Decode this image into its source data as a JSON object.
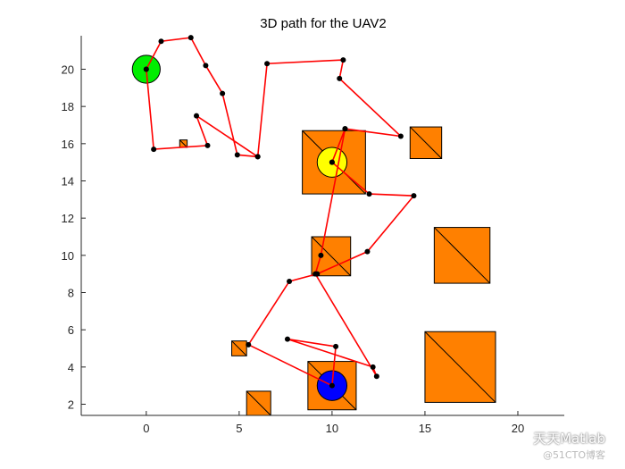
{
  "chart_data": {
    "type": "scatter",
    "title": "3D path for the UAV2",
    "xlim": [
      -3.5,
      22.5
    ],
    "ylim": [
      1.4,
      21.8
    ],
    "xticks": [
      0,
      5,
      10,
      15,
      20
    ],
    "yticks": [
      2,
      4,
      6,
      8,
      10,
      12,
      14,
      16,
      18,
      20
    ],
    "path": {
      "color": "#ff0000",
      "points": [
        [
          0,
          20
        ],
        [
          0.8,
          21.5
        ],
        [
          2.4,
          21.7
        ],
        [
          3.2,
          20.2
        ],
        [
          4.1,
          18.7
        ],
        [
          4.9,
          15.4
        ],
        [
          6.0,
          15.3
        ],
        [
          2.7,
          17.5
        ],
        [
          3.3,
          15.9
        ],
        [
          0.4,
          15.7
        ],
        [
          0,
          20
        ]
      ],
      "points_b": [
        [
          6.0,
          15.3
        ],
        [
          6.5,
          20.3
        ],
        [
          10.6,
          20.5
        ],
        [
          10.4,
          19.5
        ],
        [
          13.7,
          16.4
        ],
        [
          10.7,
          16.8
        ],
        [
          10.0,
          15.0
        ],
        [
          12.0,
          13.3
        ],
        [
          14.4,
          13.2
        ],
        [
          11.9,
          10.2
        ],
        [
          9.2,
          9.0
        ],
        [
          7.7,
          8.6
        ],
        [
          5.5,
          5.2
        ],
        [
          10.0,
          3.0
        ],
        [
          10.2,
          5.1
        ],
        [
          7.6,
          5.5
        ],
        [
          12.2,
          4.0
        ],
        [
          12.4,
          3.5
        ],
        [
          9.1,
          9.0
        ],
        [
          9.4,
          10.0
        ],
        [
          10.7,
          16.8
        ],
        [
          10.0,
          15.0
        ]
      ]
    },
    "obstacles": [
      {
        "x": 8.4,
        "y": 13.3,
        "w": 3.4,
        "h": 3.4,
        "color": "#ff8000"
      },
      {
        "x": 14.2,
        "y": 15.2,
        "w": 1.7,
        "h": 1.7,
        "color": "#ff8000"
      },
      {
        "x": 1.8,
        "y": 15.8,
        "w": 0.4,
        "h": 0.4,
        "color": "#ff8000"
      },
      {
        "x": 8.9,
        "y": 8.9,
        "w": 2.1,
        "h": 2.1,
        "color": "#ff8000"
      },
      {
        "x": 15.5,
        "y": 8.5,
        "w": 3.0,
        "h": 3.0,
        "color": "#ff8000"
      },
      {
        "x": 15.0,
        "y": 2.1,
        "w": 3.8,
        "h": 3.8,
        "color": "#ff8000"
      },
      {
        "x": 4.6,
        "y": 4.6,
        "w": 0.8,
        "h": 0.8,
        "color": "#ff8000"
      },
      {
        "x": 8.7,
        "y": 1.7,
        "w": 2.6,
        "h": 2.6,
        "color": "#ff8000"
      },
      {
        "x": 5.4,
        "y": 1.4,
        "w": 1.3,
        "h": 1.3,
        "color": "#ff8000"
      }
    ],
    "markers": [
      {
        "role": "start",
        "x": 0,
        "y": 20,
        "r": 0.75,
        "color": "#00ee00"
      },
      {
        "role": "waypoint",
        "x": 10.0,
        "y": 15.0,
        "r": 0.8,
        "color": "#ffff00"
      },
      {
        "role": "goal",
        "x": 10.0,
        "y": 3.0,
        "r": 0.8,
        "color": "#0000ff"
      }
    ],
    "grid": false
  },
  "watermark": {
    "line1": "天天Matlab",
    "line2": "@51CTO博客"
  }
}
